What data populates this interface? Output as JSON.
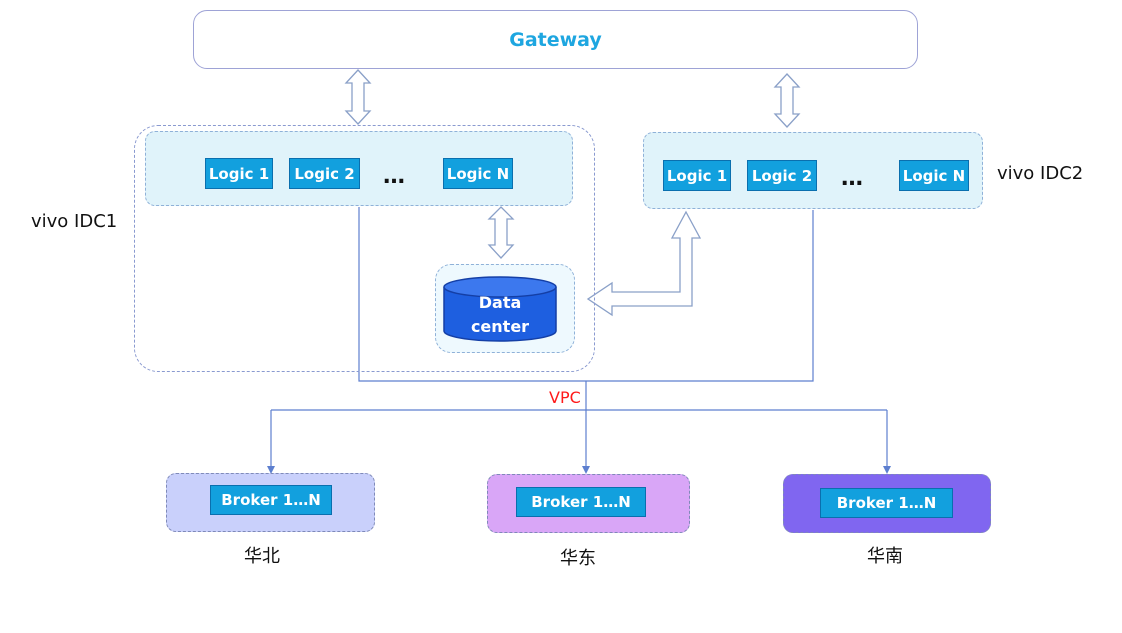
{
  "gateway": {
    "label": "Gateway"
  },
  "idc1": {
    "label": "vivo IDC1",
    "logic": [
      "Logic 1",
      "Logic 2",
      "Logic N"
    ],
    "ellipsis": "…",
    "data_center": {
      "line1": "Data",
      "line2": "center"
    }
  },
  "idc2": {
    "label": "vivo IDC2",
    "logic": [
      "Logic 1",
      "Logic 2",
      "Logic N"
    ],
    "ellipsis": "…"
  },
  "vpc": {
    "label": "VPC",
    "color": "#ff1a1a"
  },
  "brokers": [
    {
      "label": "Broker 1…N",
      "region": "华北",
      "fill": "#c9d0fb"
    },
    {
      "label": "Broker 1…N",
      "region": "华东",
      "fill": "#d9a6f7"
    },
    {
      "label": "Broker 1…N",
      "region": "华南",
      "fill": "#8066f0"
    }
  ],
  "colors": {
    "logic_fill": "#12a0de",
    "accent_text": "#1ea6e0",
    "panel_fill": "#e0f3fa"
  }
}
